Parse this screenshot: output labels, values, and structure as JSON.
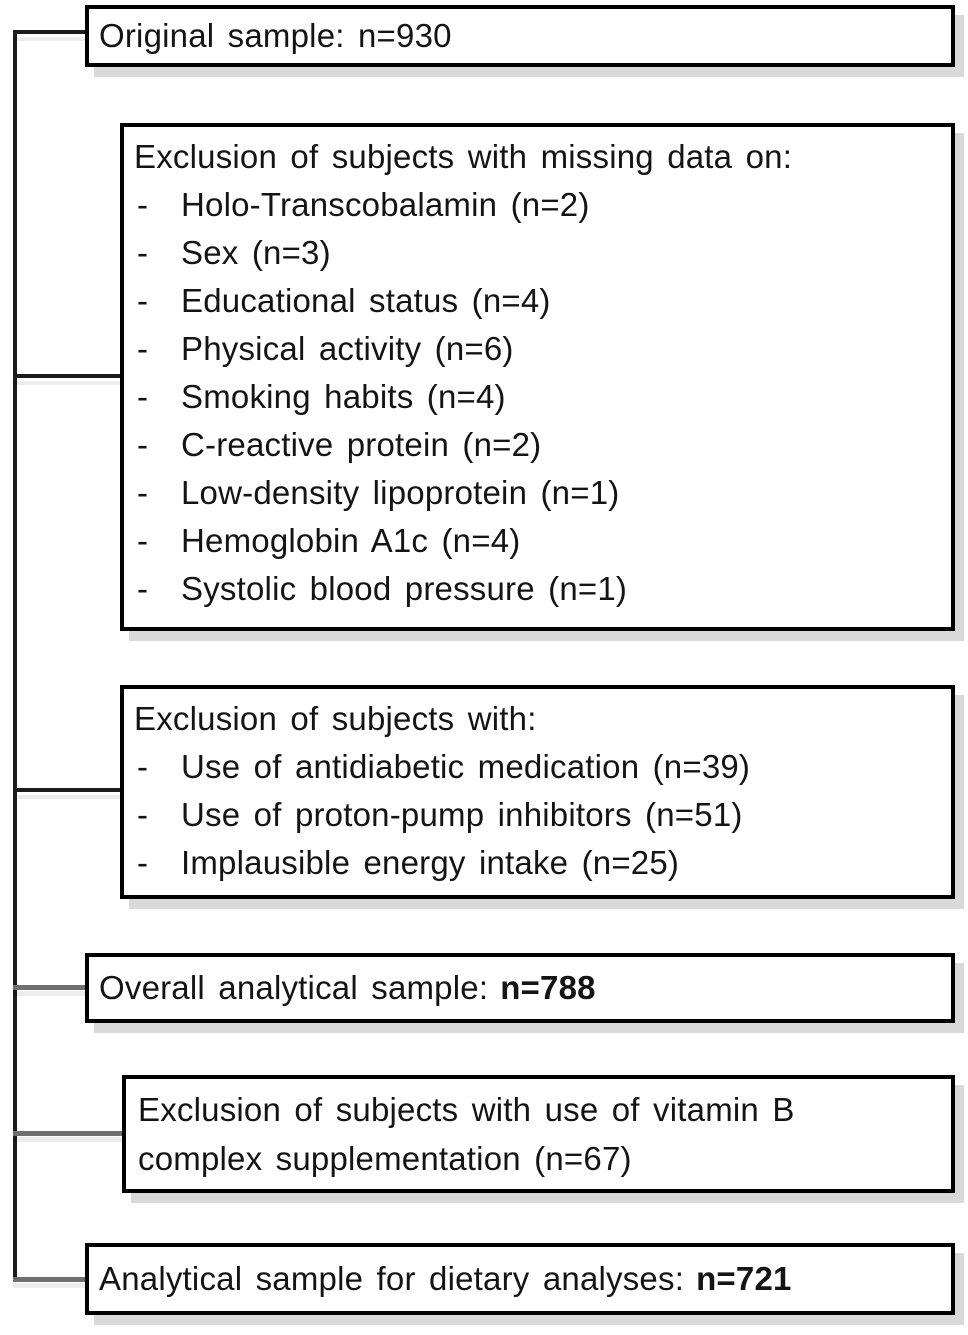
{
  "colors": {
    "box_border": "#000000",
    "box_background": "#ffffff",
    "text": "#141414",
    "connector_dark": "#1c1c1c",
    "connector_gray": "#6f6f6f",
    "shadow": "#d9d9d9"
  },
  "flowchart": {
    "bullet_char": "-",
    "boxes": {
      "original_sample": {
        "text": "Original sample: n=930"
      },
      "exclusion_missing_data": {
        "title": "Exclusion of subjects with missing data on:",
        "items": [
          "Holo-Transcobalamin (n=2)",
          "Sex (n=3)",
          "Educational status (n=4)",
          "Physical activity (n=6)",
          "Smoking habits (n=4)",
          "C-reactive protein (n=2)",
          "Low-density lipoprotein (n=1)",
          "Hemoglobin A1c (n=4)",
          "Systolic blood pressure (n=1)"
        ]
      },
      "exclusion_subjects": {
        "title": "Exclusion of subjects with:",
        "items": [
          "Use of antidiabetic medication (n=39)",
          "Use of proton-pump inhibitors (n=51)",
          "Implausible energy intake (n=25)"
        ]
      },
      "overall_sample": {
        "label": "Overall analytical sample:",
        "value": "n=788"
      },
      "exclusion_vitamin_b": {
        "lines": [
          "Exclusion of subjects with use of vitamin B",
          "complex supplementation (n=67)"
        ]
      },
      "analytical_sample": {
        "label": "Analytical sample for dietary analyses:",
        "value": "n=721"
      }
    }
  }
}
